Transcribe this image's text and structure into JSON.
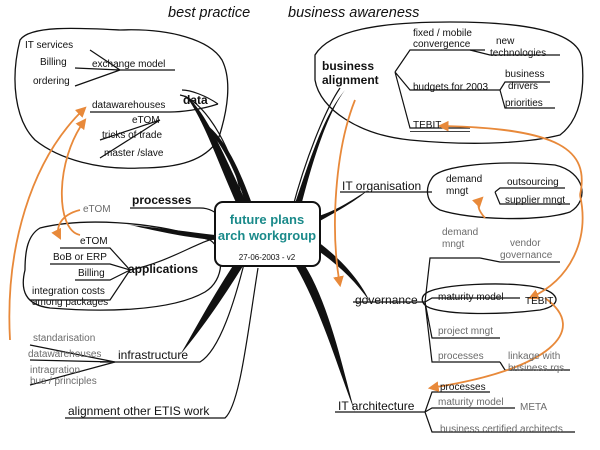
{
  "header": {
    "left": "best practice",
    "right": "business awareness"
  },
  "center": {
    "title_line1": "future plans",
    "title_line2": "arch workgroup",
    "date": "27-06-2003 - v2"
  },
  "data_cluster": {
    "label": "data",
    "exchange_model": "exchange model",
    "it_services": "IT services",
    "billing": "Billing",
    "ordering": "ordering",
    "datawarehouses": "datawarehouses",
    "etom": "eTOM",
    "tricks": "tricks of trade",
    "master_slave": "master /slave"
  },
  "processes": {
    "label": "processes",
    "etom": "eTOM"
  },
  "applications_cluster": {
    "label": "applications",
    "etom": "eTOM",
    "bob": "BoB or ERP",
    "billing": "Billing",
    "integration_1": "integration costs",
    "integration_2": "among packages"
  },
  "infrastructure": {
    "label": "infrastructure",
    "standarisation": "standarisation",
    "datawarehouses": "datawarehouses",
    "intragration_1": "intragration",
    "intragration_2": "bus / principles"
  },
  "alignment_other": "alignment other ETIS work",
  "business_alignment": {
    "label_1": "business",
    "label_2": "alignment",
    "fixed_1": "fixed / mobile",
    "fixed_2": "convergence",
    "newtech_1": "new",
    "newtech_2": "technologies",
    "budgets": "budgets for 2003",
    "drivers_1": "business",
    "drivers_2": "drivers",
    "priorities": "priorities",
    "tebit": "TEBIT"
  },
  "it_organisation": {
    "label": "IT organisation",
    "demand_1": "demand",
    "demand_2": "mngt",
    "outsourcing": "outsourcing",
    "supplier": "supplier mngt"
  },
  "governance": {
    "label": "governance",
    "demand_1": "demand",
    "demand_2": "mngt",
    "vendor_1": "vendor",
    "vendor_2": "governance",
    "maturity": "maturity model",
    "tebit": "TEBIT",
    "project": "project mngt",
    "processes": "processes",
    "linkage_1": "linkage with",
    "linkage_2": "business rqs"
  },
  "it_architecture": {
    "label": "IT architecture",
    "processes": "processes",
    "maturity": "maturity model",
    "meta": "META",
    "certified": "business certified architects"
  },
  "colors": {
    "accent": "#e8893a",
    "center_text": "#1a8a8a",
    "line": "#111111",
    "muted": "#6b6b6b"
  }
}
